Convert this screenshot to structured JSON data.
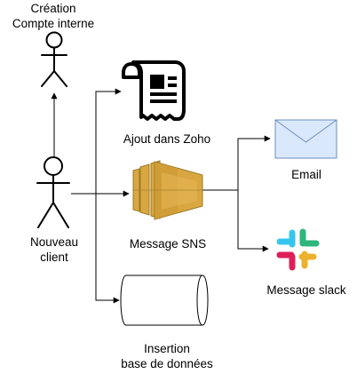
{
  "actors": {
    "internal_account": {
      "label_line1": "Création",
      "label_line2": "Compte interne",
      "icon": "stick-figure-icon"
    },
    "new_client": {
      "label_line1": "Nouveau",
      "label_line2": "client",
      "icon": "stick-figure-icon"
    }
  },
  "nodes": {
    "zoho": {
      "label": "Ajout dans Zoho",
      "icon": "document-scroll-icon"
    },
    "sns": {
      "label": "Message SNS",
      "icon": "aws-sns-icon"
    },
    "database": {
      "label_line1": "Insertion",
      "label_line2": "base de données",
      "icon": "database-cylinder-icon"
    },
    "email": {
      "label": "Email",
      "icon": "envelope-icon"
    },
    "slack": {
      "label": "Message slack",
      "icon": "slack-logo-icon"
    }
  },
  "colors": {
    "line": "#000000",
    "sns_orange": "#D9A741",
    "sns_dark": "#9B7A25",
    "envelope_fill": "#DAE8FC",
    "envelope_stroke": "#6C8EBF",
    "slack_blue": "#36C5F0",
    "slack_green": "#2EB67D",
    "slack_yellow": "#ECB22E",
    "slack_red": "#E01E5A"
  }
}
